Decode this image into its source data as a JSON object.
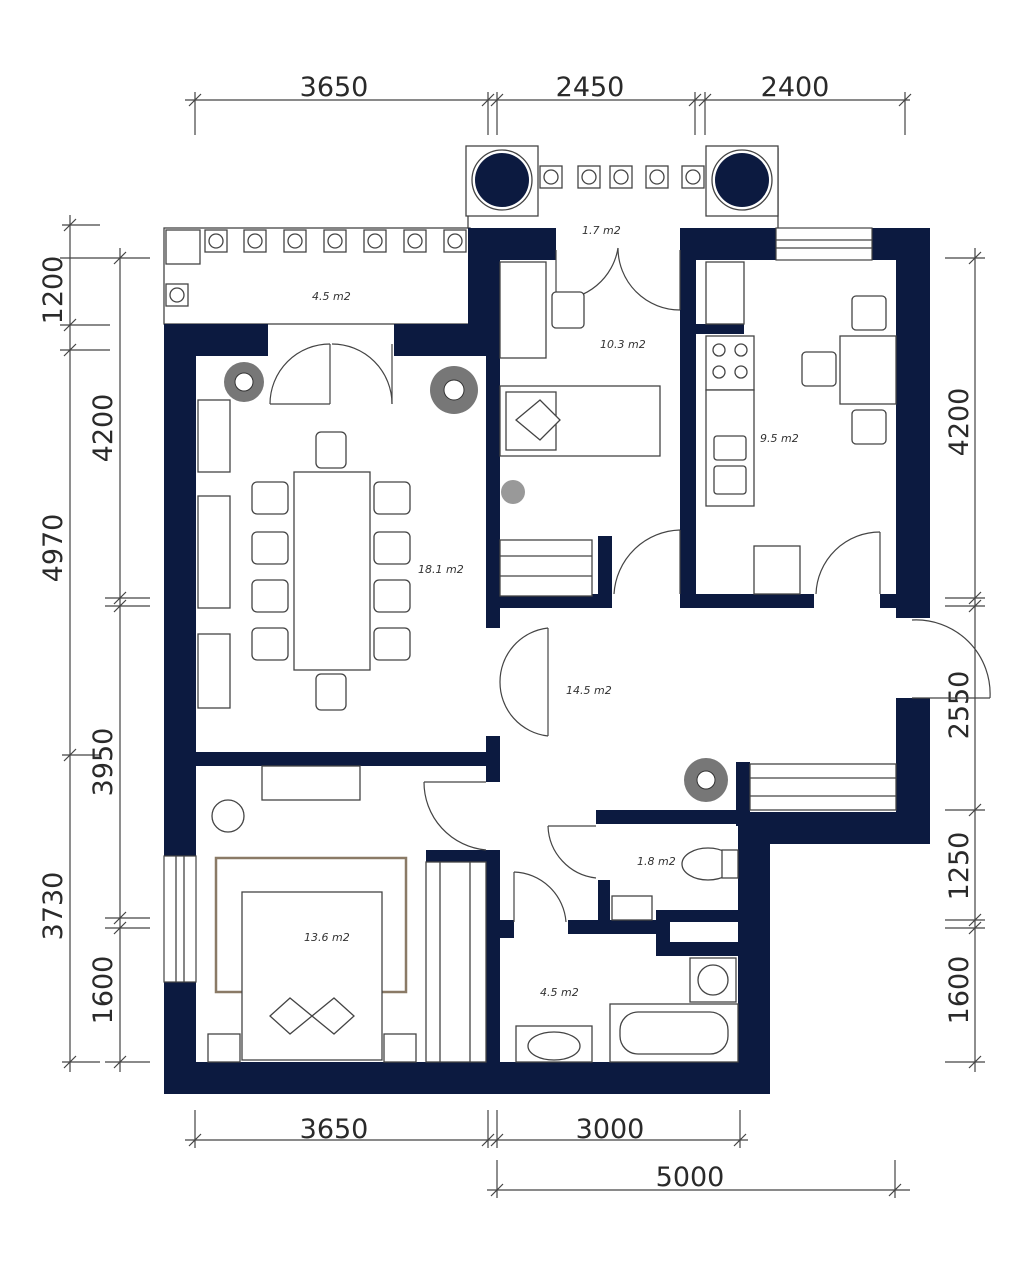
{
  "colors": {
    "wall": "#0c1a40",
    "line": "#444444",
    "background": "#ffffff",
    "bed_frame": "#8a7a66"
  },
  "dimensions": {
    "top": [
      "3650",
      "2450",
      "2400"
    ],
    "bottom": [
      "3650",
      "3000"
    ],
    "bottom_total": "5000",
    "left_outer": [
      "4970",
      "3730"
    ],
    "left_inner": [
      "1200",
      "4200",
      "3950",
      "1600"
    ],
    "right": [
      "4200",
      "2550",
      "1250",
      "1600"
    ]
  },
  "rooms": {
    "loggia": "4.5 m2",
    "vestibule": "1.7 m2",
    "bedroom_small": "10.3 m2",
    "kitchen": "9.5 m2",
    "living": "18.1 m2",
    "hall": "14.5 m2",
    "toilet": "1.8 m2",
    "bedroom_master": "13.6 m2",
    "bathroom": "4.5 m2"
  }
}
